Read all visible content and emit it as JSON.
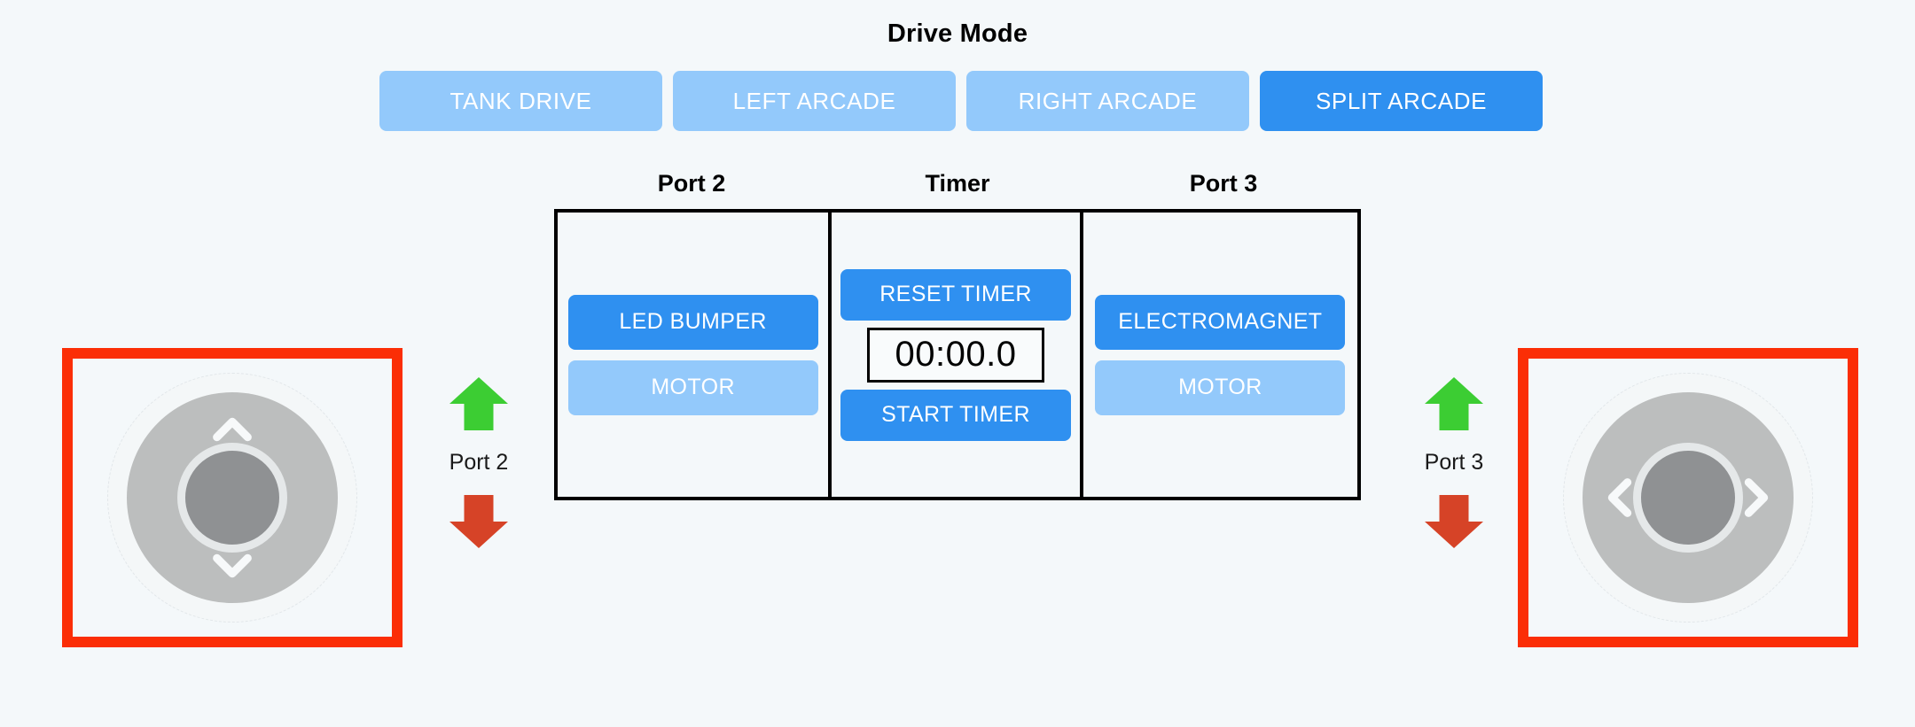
{
  "drive_mode": {
    "title": "Drive Mode",
    "selected": "SPLIT ARCADE",
    "options": [
      {
        "label": "TANK DRIVE",
        "active": false
      },
      {
        "label": "LEFT ARCADE",
        "active": false
      },
      {
        "label": "RIGHT ARCADE",
        "active": false
      },
      {
        "label": "SPLIT ARCADE",
        "active": true
      }
    ]
  },
  "panel": {
    "headings": {
      "port2": "Port 2",
      "timer": "Timer",
      "port3": "Port 3"
    },
    "port2": {
      "primary_button": "LED BUMPER",
      "secondary_button": "MOTOR"
    },
    "timer": {
      "reset_button": "RESET TIMER",
      "display": "00:00.0",
      "start_button": "START TIMER"
    },
    "port3": {
      "primary_button": "ELECTROMAGNET",
      "secondary_button": "MOTOR"
    }
  },
  "indicators": [
    {
      "label": "Port 2",
      "up_icon": "arrow-up-icon",
      "down_icon": "arrow-down-icon"
    },
    {
      "label": "Port 3",
      "up_icon": "arrow-up-icon",
      "down_icon": "arrow-down-icon"
    }
  ],
  "joysticks": {
    "left": {
      "axis": "vertical",
      "up_icon": "chevron-up-icon",
      "down_icon": "chevron-down-icon"
    },
    "right": {
      "axis": "horizontal",
      "left_icon": "chevron-left-icon",
      "right_icon": "chevron-right-icon"
    }
  },
  "colors": {
    "background": "#f4f8fa",
    "accent_active": "#2f90f0",
    "accent_inactive": "#93c9fb",
    "highlight_border": "#fb2e06",
    "arrow_up": "#3ccd33",
    "arrow_down": "#d64327",
    "panel_border": "#000000"
  }
}
